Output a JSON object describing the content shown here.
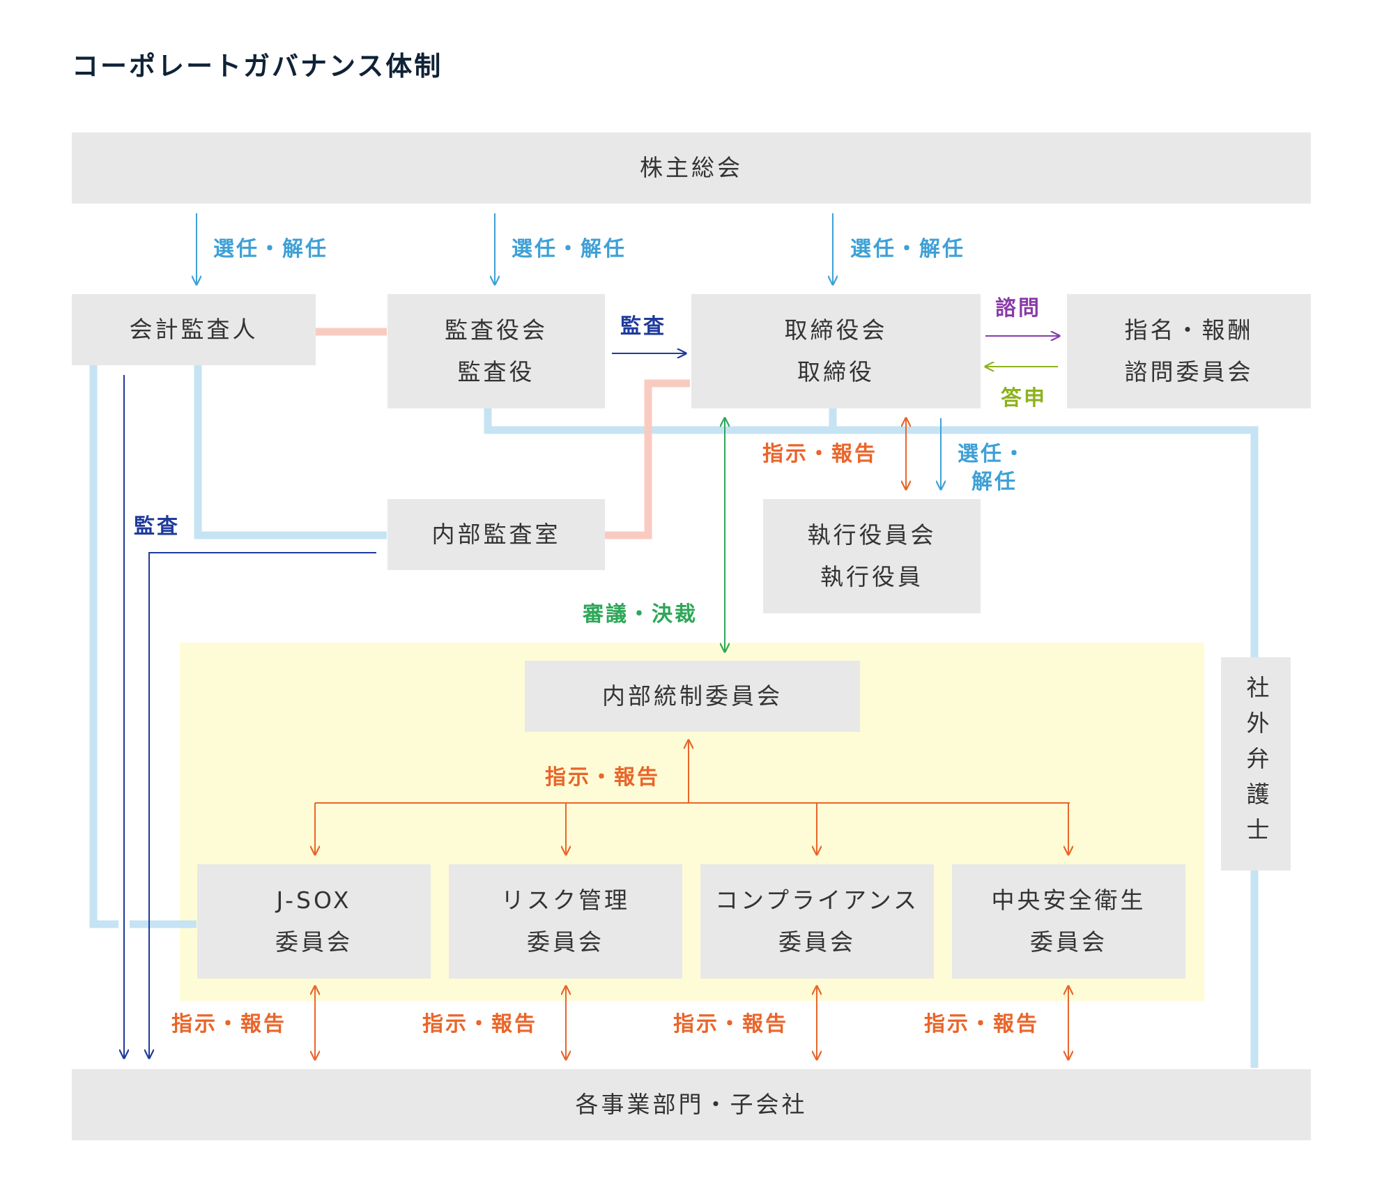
{
  "title": "コーポレートガバナンス体制",
  "boxes": {
    "shareholders": "株主総会",
    "auditor": "会計監査人",
    "audit_board_1": "監査役会",
    "audit_board_2": "監査役",
    "board_1": "取締役会",
    "board_2": "取締役",
    "nomination_1": "指名・報酬",
    "nomination_2": "諮問委員会",
    "internal_audit": "内部監査室",
    "executive_1": "執行役員会",
    "executive_2": "執行役員",
    "internal_control": "内部統制委員会",
    "jsox_1": "J-SOX",
    "jsox_2": "委員会",
    "risk_1": "リスク管理",
    "risk_2": "委員会",
    "compliance_1": "コンプライアンス",
    "compliance_2": "委員会",
    "safety_1": "中央安全衛生",
    "safety_2": "委員会",
    "lawyer": "社外弁護士",
    "divisions": "各事業部門・子会社"
  },
  "labels": {
    "elect_1": "選任・解任",
    "elect_2": "選任・解任",
    "elect_3": "選任・解任",
    "audit_1": "監査",
    "consult": "諮問",
    "answer": "答申",
    "instruct_1": "指示・報告",
    "elect_4a": "選任・",
    "elect_4b": "解任",
    "audit_2": "監査",
    "deliberate": "審議・決裁",
    "instruct_2": "指示・報告",
    "instruct_3": "指示・報告",
    "instruct_4": "指示・報告",
    "instruct_5": "指示・報告",
    "instruct_6": "指示・報告"
  },
  "colors": {
    "blue": "#3ea0d6",
    "navy": "#1e3a9c",
    "orange": "#e9652a",
    "green": "#2ea758",
    "purple": "#8a3aa8",
    "lime": "#8db21d",
    "light_blue_line": "#c5e3f3",
    "pink_line": "#f9cbc0",
    "box_bg": "#e8e8e8",
    "highlight_bg": "#fefcd6"
  }
}
